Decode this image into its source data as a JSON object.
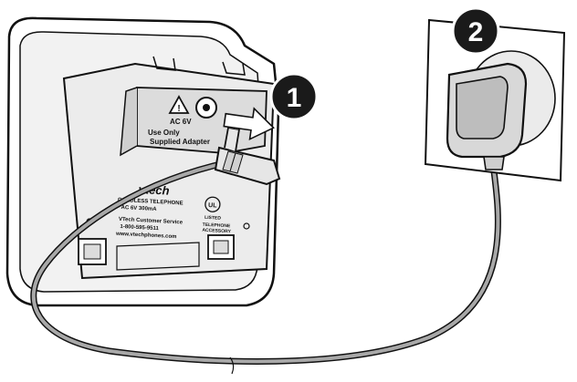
{
  "steps": [
    {
      "number": "1"
    },
    {
      "number": "2"
    }
  ],
  "base_labels": {
    "power_rating": "AC 6V",
    "use_only_line1": "Use Only",
    "use_only_line2": "Supplied Adapter",
    "brand": "vtech",
    "product": "CORDLESS TELEPHONE",
    "rating": "AC 6V 300mA",
    "service": "VTech Customer Service",
    "phone": "1-800-595-9511",
    "website": "www.vtechphones.com",
    "ul_text": "LISTED",
    "tel_acc_1": "TELEPHONE",
    "tel_acc_2": "ACCESSORY"
  },
  "colors": {
    "outline": "#111111",
    "cord_gray": "#a8a8a8",
    "step_badge": "#1a1a1a",
    "panel_gray": "#e6e6e6"
  }
}
